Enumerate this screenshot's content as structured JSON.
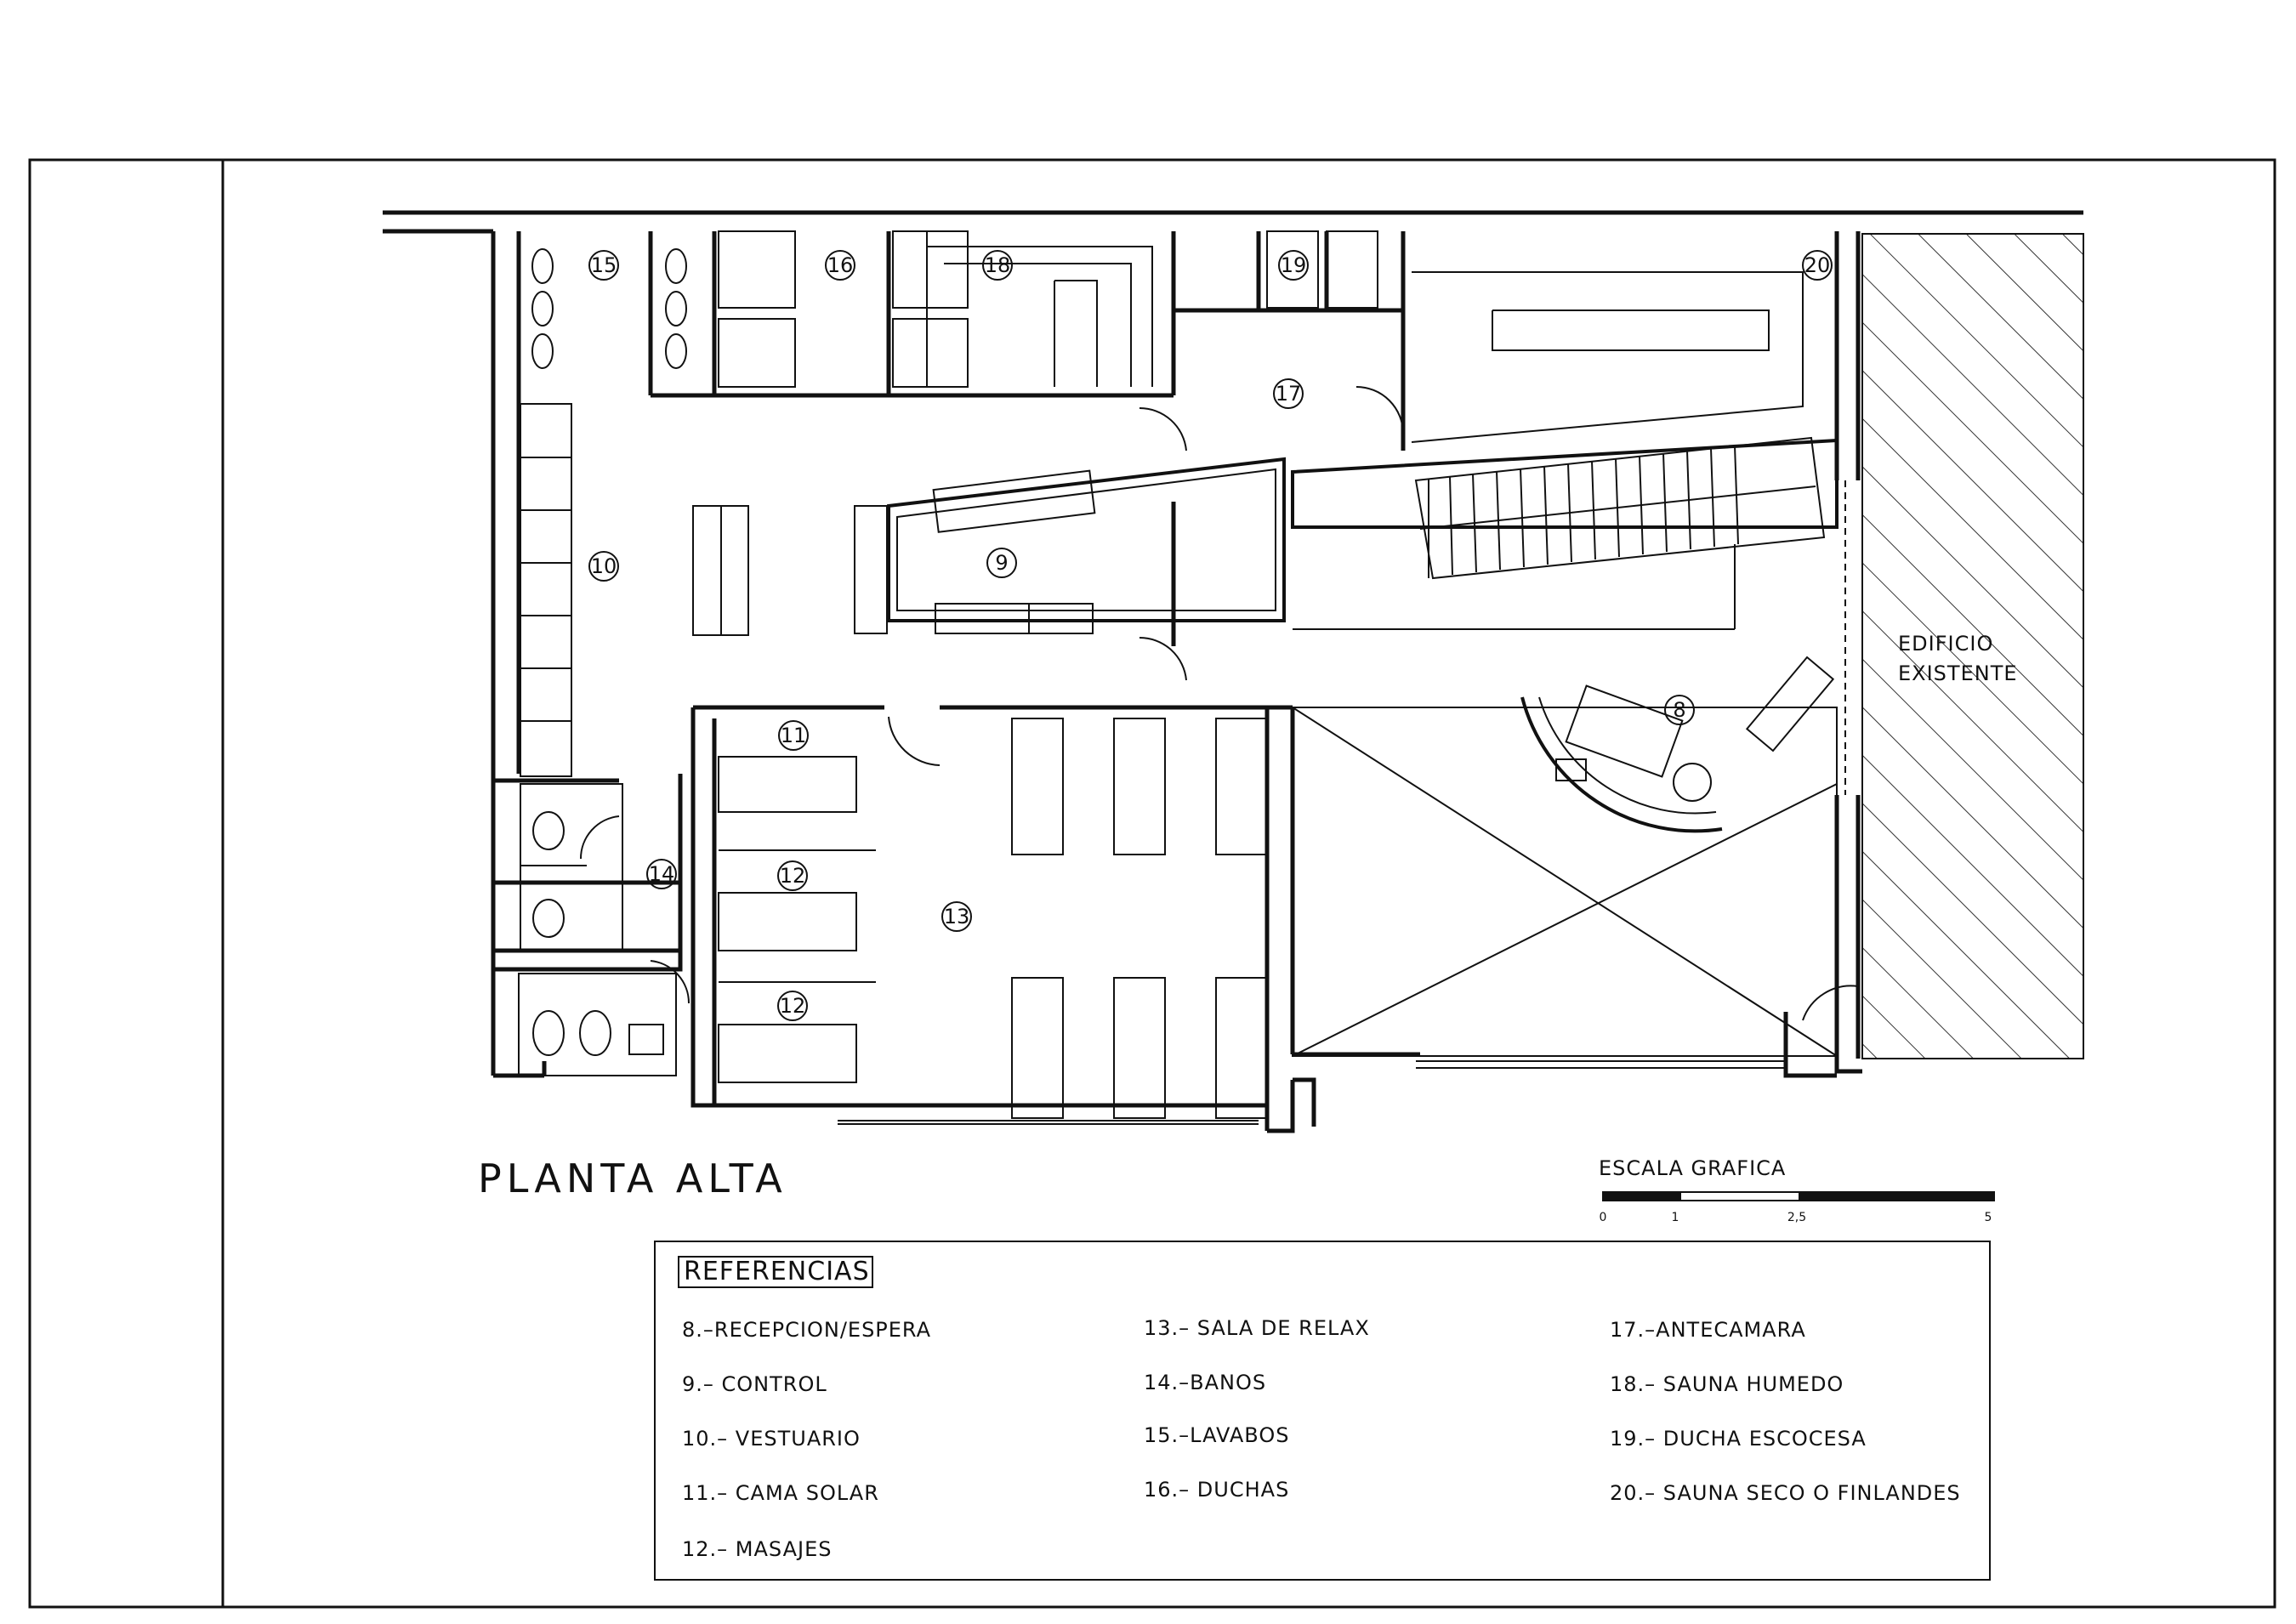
{
  "drawing": {
    "title": "PLANTA ALTA",
    "existing_building": [
      "EDIFICIO",
      "EXISTENTE"
    ],
    "scale": {
      "label": "ESCALA GRAFICA",
      "ticks": [
        "0",
        "1",
        "2,5",
        "5"
      ]
    }
  },
  "room_numbers": [
    "8",
    "9",
    "10",
    "11",
    "12",
    "12",
    "13",
    "14",
    "15",
    "16",
    "17",
    "18",
    "19",
    "20"
  ],
  "references": {
    "heading": "REFERENCIAS",
    "items": [
      "8.–RECEPCION/ESPERA",
      "9.–  CONTROL",
      "10.–  VESTUARIO",
      "11.–  CAMA SOLAR",
      "12.–  MASAJES",
      "13.–  SALA DE RELAX",
      "14.–BANOS",
      "15.–LAVABOS",
      "16.–  DUCHAS",
      "17.–ANTECAMARA",
      "18.–  SAUNA HUMEDO",
      "19.–  DUCHA ESCOCESA",
      "20.–  SAUNA SECO O FINLANDES"
    ]
  }
}
